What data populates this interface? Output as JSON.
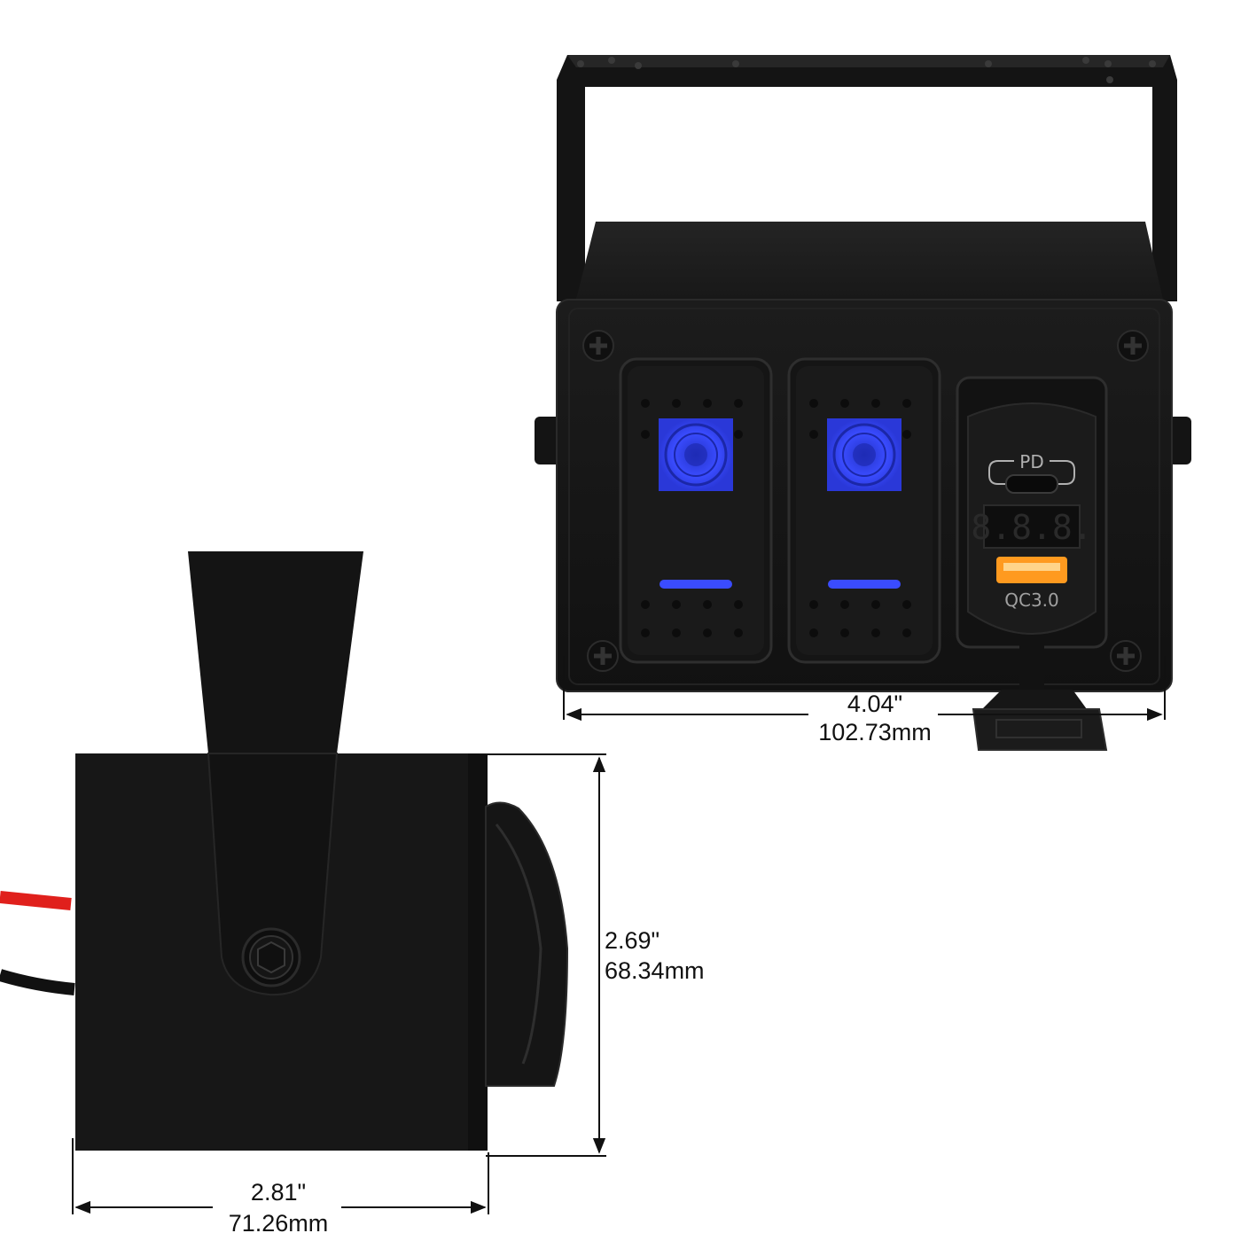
{
  "dimensions": {
    "front_width": {
      "inches": "4.04\"",
      "mm": "102.73mm"
    },
    "side_height": {
      "inches": "2.69\"",
      "mm": "68.34mm"
    },
    "side_depth": {
      "inches": "2.81\"",
      "mm": "71.26mm"
    }
  },
  "usb_module": {
    "pd_label": "PD",
    "qc_label": "QC3.0",
    "voltmeter_reading": "8.8.8."
  },
  "colors": {
    "panel": "#161616",
    "panel_edge": "#2a2a2a",
    "switch_led": "#3a4cff",
    "qc_port": "#ff9a1f",
    "wire_red": "#e0201c",
    "wire_black": "#111111",
    "dimension_line": "#111111"
  },
  "icons": {
    "screw": "phillips-screw-icon",
    "rocker": "rocker-switch-icon",
    "usb_c": "usb-c-port-icon",
    "usb_a": "usb-a-port-icon",
    "hex_bolt": "hex-bolt-icon"
  }
}
